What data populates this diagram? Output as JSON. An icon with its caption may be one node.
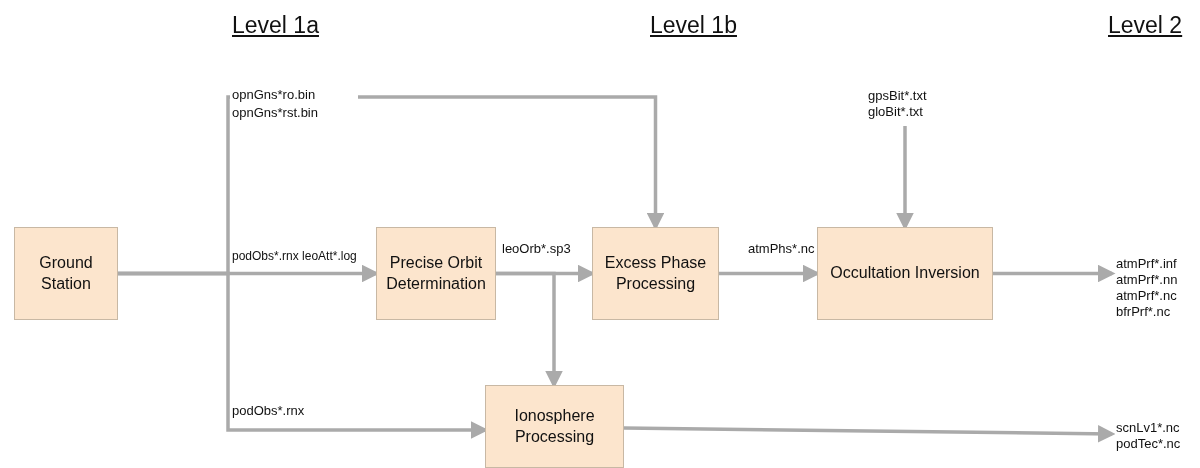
{
  "diagram": {
    "nodes": [
      {
        "text": [
          "Ground Station"
        ]
      },
      {
        "text": [
          "Precise Orbit Determination"
        ]
      },
      {
        "text": [
          "Excess Phase Processing"
        ]
      },
      {
        "text": [
          "Occultation Inversion"
        ]
      },
      {
        "text": [
          "Ionosphere Processing"
        ]
      },
      {
        "text": [
          "gpsBit*.txt",
          "gloBit*.txt"
        ]
      },
      {
        "text": [
          "atmPrf*.inf",
          "atmPrf*.nn",
          "atmPrf*.nc",
          "bfrPrf*.nc"
        ]
      },
      {
        "text": [
          "scnLv1*.nc",
          "podTec*.nc"
        ]
      }
    ],
    "edges": [
      {
        "from": 0,
        "to": 2,
        "arrow": "to",
        "label": "opnGns*ro.bin opnGns*rst.bin"
      },
      {
        "from": 0,
        "to": 1,
        "arrow": "to",
        "label": "podObs*.rnx leoAtt*.log"
      },
      {
        "from": 0,
        "to": 4,
        "arrow": "to",
        "label": "podObs*.rnx"
      },
      {
        "from": 1,
        "to": 2,
        "arrow": "to",
        "label": "leoOrb*.sp3"
      },
      {
        "from": 1,
        "to": 4,
        "arrow": "to"
      },
      {
        "from": 2,
        "to": 3,
        "arrow": "to",
        "label": "atmPhs*.nc"
      },
      {
        "from": 5,
        "to": 3,
        "arrow": "to"
      },
      {
        "from": 3,
        "to": 6,
        "arrow": "to"
      },
      {
        "from": 4,
        "to": 7,
        "arrow": "to"
      }
    ],
    "labels": [
      "Level 1a",
      "Level 1b",
      "Level 2"
    ]
  }
}
